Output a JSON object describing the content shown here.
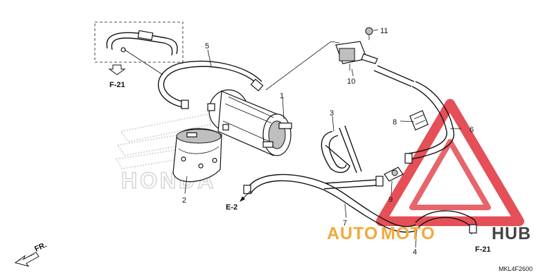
{
  "diagram": {
    "callouts": {
      "p1": "1",
      "p2": "2",
      "p3": "3",
      "p4": "4",
      "p5": "5",
      "p6": "6",
      "p7": "7",
      "p8": "8",
      "p9": "9",
      "p10": "10",
      "p11": "11"
    },
    "references": {
      "f21_top": "F-21",
      "f21_bottom": "F-21",
      "e2": "E-2",
      "front": "FR."
    },
    "drawing_code": "MKL4F2600"
  },
  "watermark": {
    "part_a": "AUTO",
    "part_b": "MOTO",
    "part_c": "HUB",
    "color_orange": "#f2a93b",
    "color_red": "#e0303a",
    "color_dark": "#444444"
  },
  "background_logo": {
    "text": "HONDA",
    "color": "#dddddd"
  }
}
